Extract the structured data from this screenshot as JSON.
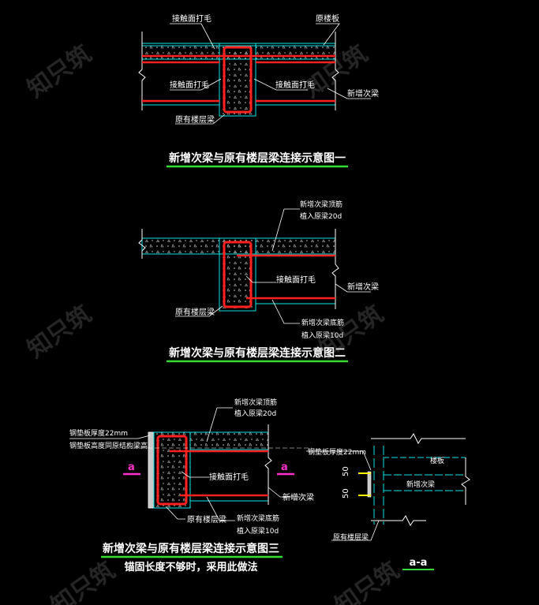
{
  "diagram1": {
    "title": "新增次梁与原有楼层梁连接示意图一",
    "label_contact_top": "接触面打毛",
    "label_orig_slab": "原楼板",
    "label_contact_left": "接触面打毛",
    "label_contact_right": "接触面打毛",
    "label_new_beam": "新增次梁",
    "label_orig_beam": "原有楼层梁"
  },
  "diagram2": {
    "title": "新增次梁与原有楼层梁连接示意图二",
    "label_top_bar": "新增次梁顶筋",
    "label_top_anchor": "植入原梁20d",
    "label_contact": "接触面打毛",
    "label_new_beam": "新增次梁",
    "label_orig_beam": "原有楼层梁",
    "label_bottom_bar": "新增次梁底筋",
    "label_bottom_anchor": "植入原梁10d"
  },
  "diagram3": {
    "title": "新增次梁与原有楼层梁连接示意图三",
    "subtitle": "锚固长度不够时，采用此做法",
    "label_plate_thk": "钢垫板厚度22mm",
    "label_plate_height": "钢垫板高度同原结构梁高",
    "label_top_bar": "新增次梁顶筋",
    "label_top_anchor": "植入原梁20d",
    "label_contact": "接触面打毛",
    "label_new_beam": "新增次梁",
    "label_orig_beam": "原有楼层梁",
    "label_bottom_bar": "新增次梁底筋",
    "label_bottom_anchor": "植入原梁10d",
    "section_mark": "a"
  },
  "section_aa": {
    "title": "a-a",
    "label_plate_thk": "钢垫板厚度22mm",
    "label_slab": "楼板",
    "label_new_beam": "新增次梁",
    "label_orig_beam": "原有楼层梁",
    "dim_top": "50",
    "dim_bottom": "50"
  },
  "watermark": "知只筑",
  "colors": {
    "background": "#000000",
    "concrete_outline": "#00e5e5",
    "rebar": "#ff2020",
    "title_underline": "#33dd33",
    "section_mark": "#ff33cc",
    "plate": "#c8c8c8",
    "dimension_marks": "#ffff00"
  }
}
